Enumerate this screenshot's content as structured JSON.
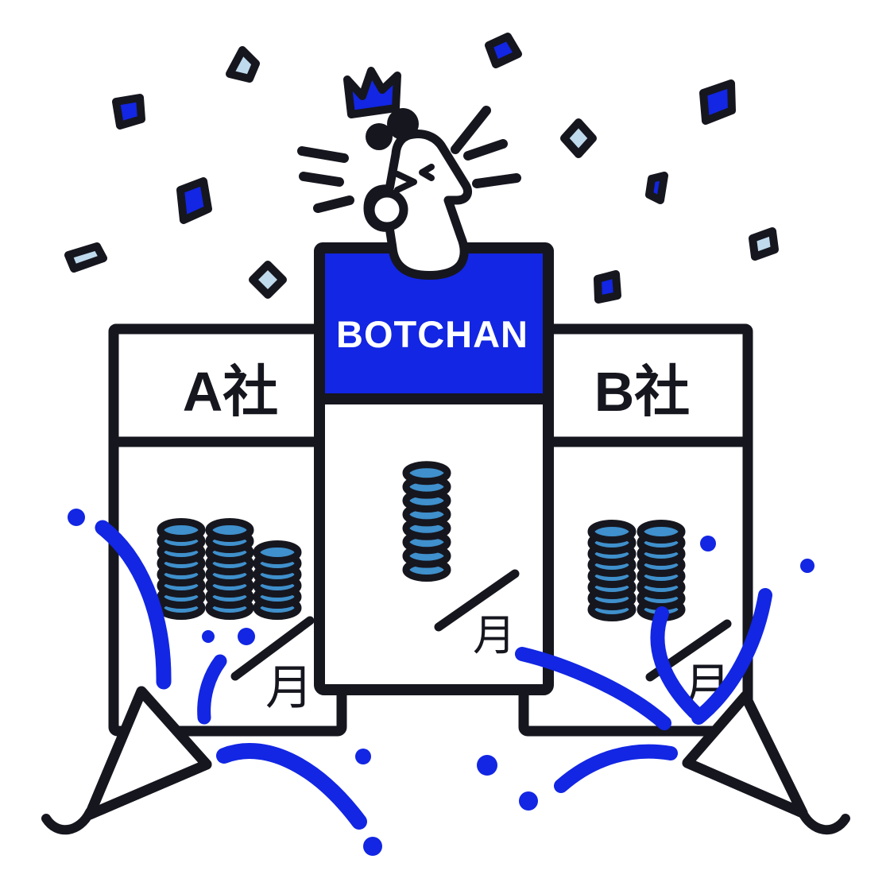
{
  "background": "#FFFFFF",
  "colors": {
    "ink": "#16161F",
    "brand_blue": "#1226E3",
    "sky_blue": "#9CC6E0",
    "pale_blue": "#BFDAEC",
    "coin_blue": "#3F90CC",
    "white": "#FFFFFF"
  },
  "cards": [
    {
      "name": "company-a",
      "label": "A社",
      "per_unit": "月",
      "coin_stacks": [
        8,
        8,
        6
      ]
    },
    {
      "name": "botchan",
      "label": "BOTCHAN",
      "per_unit": "月",
      "coin_stacks": [
        8
      ]
    },
    {
      "name": "company-b",
      "label": "B社",
      "per_unit": "月",
      "coin_stacks": [
        8,
        8
      ]
    }
  ],
  "decorations": {
    "confetti_pieces": 11,
    "blue_dots": 9,
    "party_poppers": 2,
    "mascot": "cheering character with crown and hair buns",
    "icons": {
      "crown-icon": "blue three-point crown polygon",
      "coin-stack": "stacked blue ellipses",
      "party-popper-icon": "blue/white striped cone with streamer tail",
      "confetti-piece": "small outlined polygon"
    }
  }
}
